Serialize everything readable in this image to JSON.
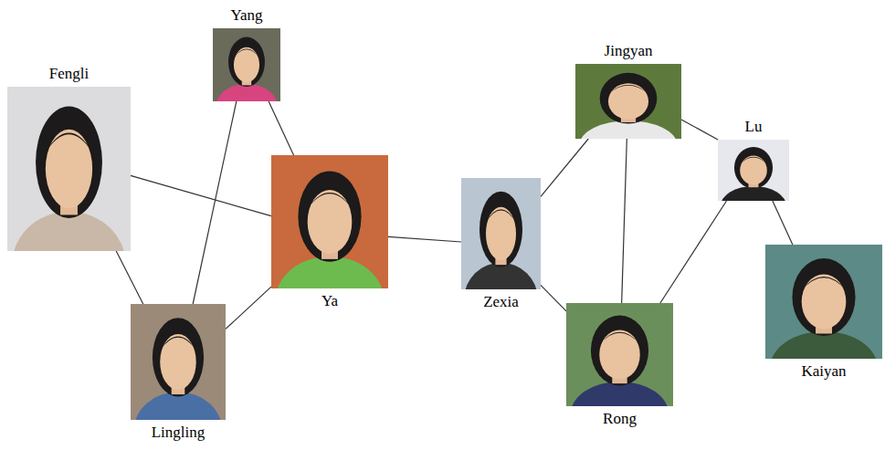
{
  "diagram": {
    "nodes": [
      {
        "text": [
          "Yang"
        ]
      },
      {
        "text": [
          "Jingyan"
        ]
      },
      {
        "text": [
          "Fengli"
        ]
      },
      {
        "text": [
          "Lu"
        ]
      },
      {
        "text": [
          "Ya"
        ]
      },
      {
        "text": [
          "Zexia"
        ]
      },
      {
        "text": [
          "Kaiyan"
        ]
      },
      {
        "text": [
          "Lingling"
        ]
      },
      {
        "text": [
          "Rong"
        ]
      }
    ],
    "edges": [
      {
        "from": 0,
        "to": 4,
        "arrow": "none"
      },
      {
        "from": 0,
        "to": 7,
        "arrow": "none"
      },
      {
        "from": 2,
        "to": 4,
        "arrow": "none"
      },
      {
        "from": 2,
        "to": 7,
        "arrow": "none"
      },
      {
        "from": 4,
        "to": 7,
        "arrow": "none"
      },
      {
        "from": 4,
        "to": 5,
        "arrow": "none"
      },
      {
        "from": 5,
        "to": 1,
        "arrow": "none"
      },
      {
        "from": 5,
        "to": 8,
        "arrow": "none"
      },
      {
        "from": 1,
        "to": 3,
        "arrow": "none"
      },
      {
        "from": 1,
        "to": 8,
        "arrow": "none"
      },
      {
        "from": 3,
        "to": 8,
        "arrow": "none"
      },
      {
        "from": 3,
        "to": 6,
        "arrow": "none"
      }
    ]
  }
}
